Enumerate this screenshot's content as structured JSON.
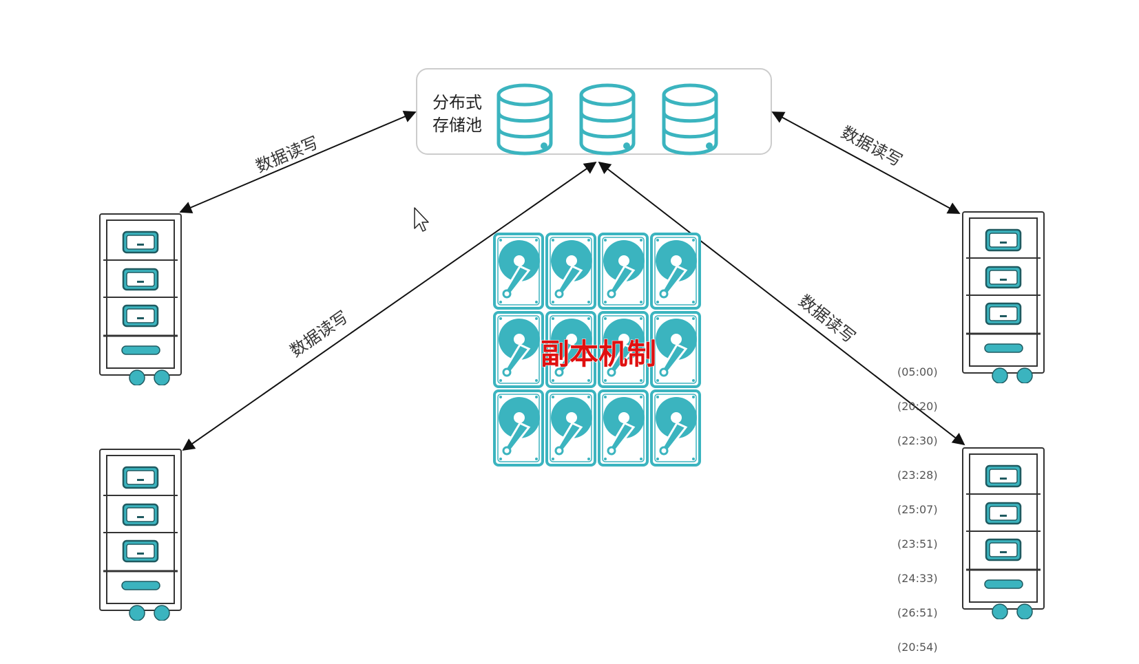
{
  "pool": {
    "label_line1": "分布式",
    "label_line2": "存储池"
  },
  "edges": {
    "top_left": "数据读写",
    "top_right": "数据读写",
    "bottom_left": "数据读写",
    "bottom_right": "数据读写"
  },
  "center_label": "副本机制",
  "timestamps": [
    "(05:00)",
    "(20:20)",
    "(22:30)",
    "(23:28)",
    "(25:07)",
    "(23:51)",
    "(24:33)",
    "(26:51)",
    "(20:54)"
  ],
  "colors": {
    "accent": "#3bb4bf",
    "dark": "#1f5a60",
    "label_red": "#e01010",
    "frame": "#333333"
  },
  "icons": {
    "pool_db": "database-icon",
    "server": "server-rack-icon",
    "disk": "hard-disk-icon",
    "cursor": "mouse-cursor-icon"
  }
}
